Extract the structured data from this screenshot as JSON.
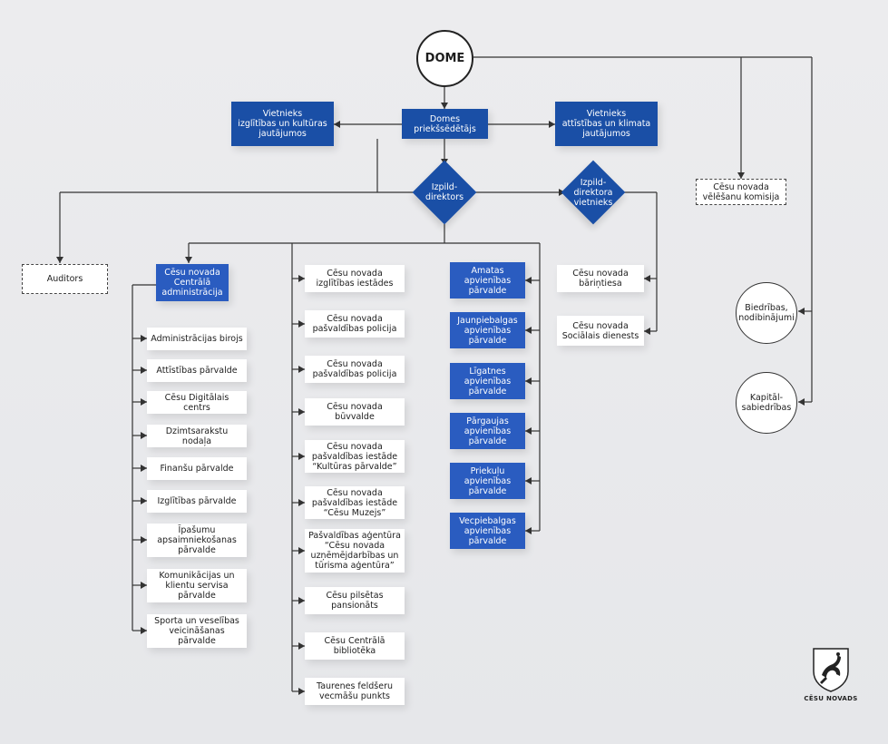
{
  "top": {
    "dome": "DOME",
    "chairman": "Domes\npriekšsēdētājs",
    "deputy_left": "Vietnieks\nizglītības un kultūras\njautājumos",
    "deputy_right": "Vietnieks\nattīstības un klimata\njautājumos",
    "exec_director": "Izpild-\ndirektors",
    "exec_deputy": "Izpild-\ndirektora\nvietnieks",
    "election_commission": "Cēsu novada\nvēlēšanu komisija",
    "auditors": "Auditors"
  },
  "right_circles": {
    "associations": "Biedrības,\nnodibinājumi",
    "companies": "Kapitāl-\nsabiedrības"
  },
  "central_admin": {
    "title": "Cēsu novada\nCentrālā\nadministrācija",
    "items": [
      "Administrācijas birojs",
      "Attīstības pārvalde",
      "Cēsu Digitālais centrs",
      "Dzimtsarakstu nodaļa",
      "Finanšu pārvalde",
      "Izglītības pārvalde",
      "Īpašumu\napsaimniekošanas\npārvalde",
      "Komunikācijas un\nklientu servisa\npārvalde",
      "Sporta un veselības\nveicināšanas\npārvalde"
    ]
  },
  "institutions": [
    "Cēsu novada\nizglītības iestādes",
    "Cēsu novada\npašvaldības policija",
    "Cēsu novada\npašvaldības policija",
    "Cēsu novada\nbūvvalde",
    "Cēsu novada\npašvaldības iestāde\n“Kultūras pārvalde”",
    "Cēsu novada\npašvaldības iestāde\n“Cēsu Muzejs”",
    "Pašvaldības aģentūra\n“Cēsu novada\nuzņēmējdarbības un\ntūrisma aģentūra”",
    "Cēsu pilsētas\npansionāts",
    "Cēsu Centrālā\nbibliotēka",
    "Taurenes feldšeru\nvecmāšu punkts"
  ],
  "unions": [
    "Amatas\napvienības\npārvalde",
    "Jaunpiebalgas\napvienības\npārvalde",
    "Līgatnes\napvienības\npārvalde",
    "Pārgaujas\napvienības\npārvalde",
    "Priekuļu\napvienības\npārvalde",
    "Vecpiebalgas\napvienības\npārvalde"
  ],
  "social": {
    "orphan_court": "Cēsu novada\nbāriņtiesa",
    "social_service": "Cēsu novada\nSociālais dienests"
  },
  "logo": {
    "text": "CĒSU NOVADS"
  },
  "colors": {
    "primary_blue": "#1a4fa6",
    "secondary_blue": "#2a5cc0",
    "line": "#333333",
    "background": "#e9eaec"
  }
}
